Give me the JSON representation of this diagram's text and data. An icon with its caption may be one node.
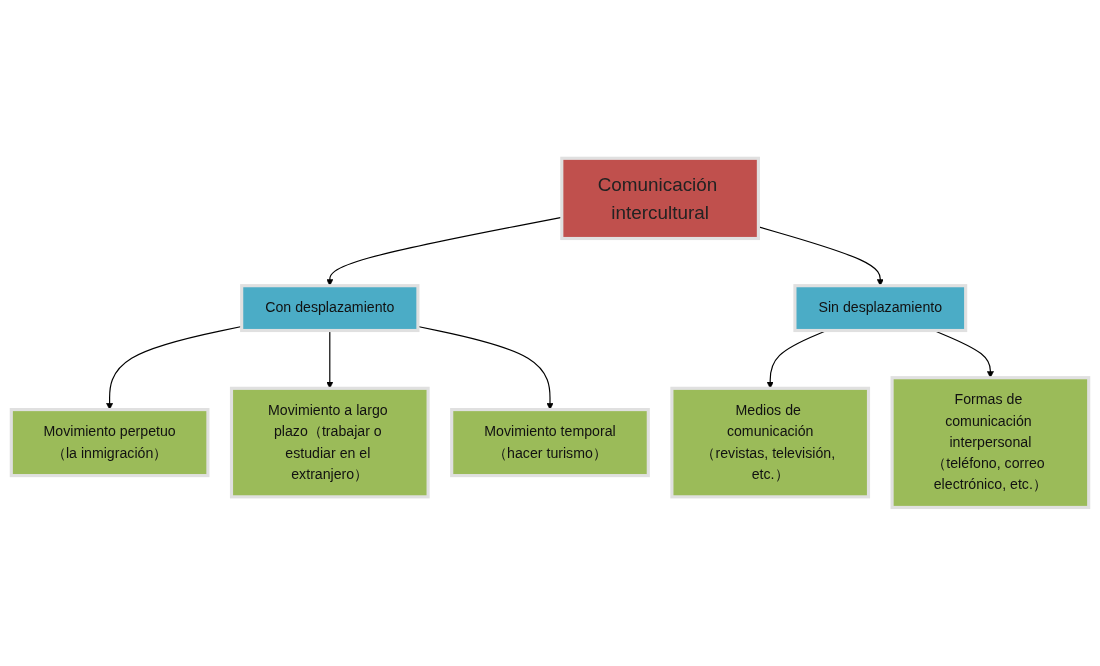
{
  "diagram": {
    "nodes": [
      {
        "text": [
          "Comunicación intercultural"
        ]
      },
      {
        "text": [
          "Con desplazamiento"
        ]
      },
      {
        "text": [
          "Sin desplazamiento"
        ]
      },
      {
        "text": [
          "Movimiento perpetuo（la inmigración）"
        ]
      },
      {
        "text": [
          "Movimiento a largo plazo（trabajar o estudiar en el extranjero）"
        ]
      },
      {
        "text": [
          "Movimiento temporal（hacer turismo）"
        ]
      },
      {
        "text": [
          "Medios de comunicación（revistas, televisión, etc.）"
        ]
      },
      {
        "text": [
          "Formas de comunicación interpersonal（teléfono, correo electrónico, etc.）"
        ]
      }
    ],
    "edges": [
      {
        "from": 0,
        "to": 1,
        "arrow": "to"
      },
      {
        "from": 0,
        "to": 2,
        "arrow": "to"
      },
      {
        "from": 1,
        "to": 3,
        "arrow": "to"
      },
      {
        "from": 1,
        "to": 4,
        "arrow": "to"
      },
      {
        "from": 1,
        "to": 5,
        "arrow": "to"
      },
      {
        "from": 2,
        "to": 6,
        "arrow": "to"
      },
      {
        "from": 2,
        "to": 7,
        "arrow": "to"
      }
    ]
  }
}
